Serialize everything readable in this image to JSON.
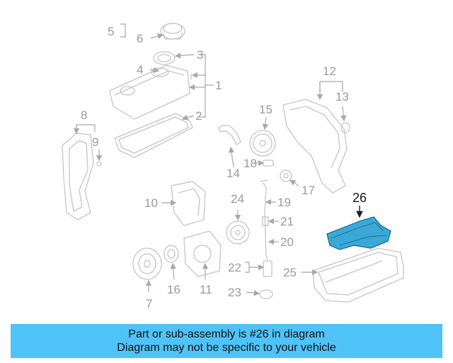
{
  "callouts": {
    "c1": "1",
    "c2": "2",
    "c3": "3",
    "c4": "4",
    "c5": "5",
    "c6": "6",
    "c7": "7",
    "c8": "8",
    "c9": "9",
    "c10": "10",
    "c11": "11",
    "c12": "12",
    "c13": "13",
    "c14": "14",
    "c15": "15",
    "c16": "16",
    "c17": "17",
    "c18": "18",
    "c19": "19",
    "c20": "20",
    "c21": "21",
    "c22": "22",
    "c23": "23",
    "c24": "24",
    "c25": "25",
    "c26": "26"
  },
  "highlight": {
    "callout": "26",
    "color": "#3aa9d8"
  },
  "banner": {
    "line1": "Part or sub-assembly is #26 in diagram",
    "line2": "Diagram may not be specific to your vehicle",
    "background": "#4fc3f7"
  }
}
